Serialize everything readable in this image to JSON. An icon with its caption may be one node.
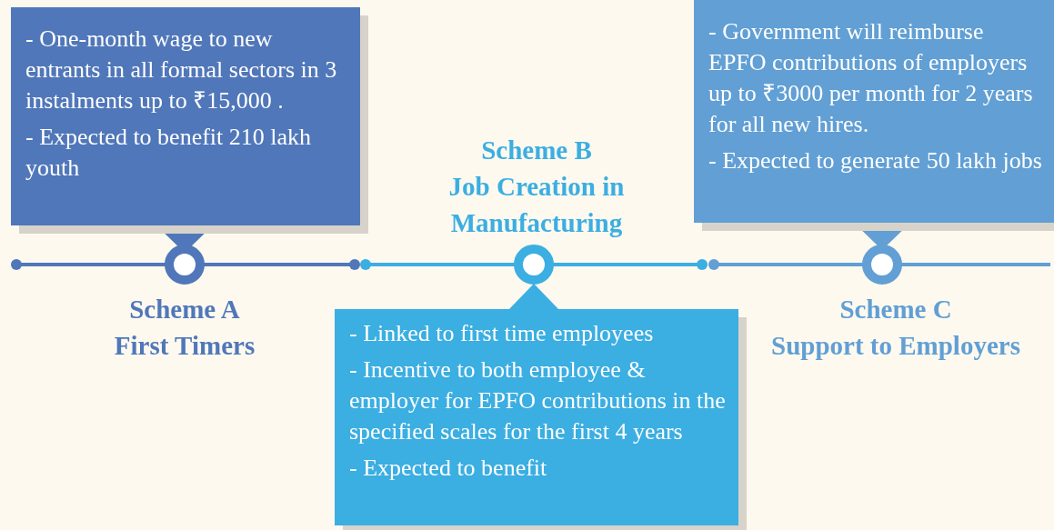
{
  "diagram": {
    "nodes": [
      {
        "text": [
          "- One-month wage to new entrants in all formal sectors in 3 instalments up to ₹15,000 .",
          "- Expected to benefit 210 lakh youth"
        ]
      },
      {
        "text": [
          "- Linked to first time employees",
          "- Incentive to both employee & employer for EPFO contributions in the specified scales for the first 4 years",
          "- Expected to benefit"
        ]
      },
      {
        "text": [
          "- Government will reimburse EPFO contributions of employers up to ₹3000 per month for 2 years for all new hires.",
          "- Expected to generate 50 lakh jobs"
        ]
      }
    ],
    "labels": [
      "Scheme B",
      "Job Creation in Manufacturing",
      "Scheme A",
      "First Timers",
      "Scheme C",
      "Support to Employers"
    ]
  }
}
